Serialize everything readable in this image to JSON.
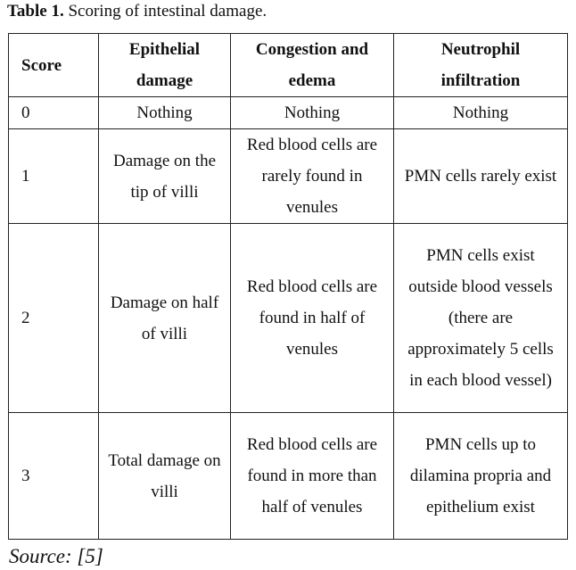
{
  "caption": {
    "label": "Table 1.",
    "text": "Scoring of intestinal damage."
  },
  "table": {
    "headers": [
      "Score",
      "Epithelial damage",
      "Congestion and edema",
      "Neutrophil infiltration"
    ],
    "rows": [
      {
        "score": "0",
        "epithelial": "Nothing",
        "congestion": "Nothing",
        "neutrophil": "Nothing"
      },
      {
        "score": "1",
        "epithelial": "Damage on the tip of villi",
        "congestion": "Red blood cells are rarely found in venules",
        "neutrophil": "PMN cells rarely exist"
      },
      {
        "score": "2",
        "epithelial": "Damage on half of villi",
        "congestion": "Red blood cells are found in half of venules",
        "neutrophil": "PMN cells exist outside blood vessels (there are approximately 5 cells in each blood vessel)"
      },
      {
        "score": "3",
        "epithelial": "Total damage on villi",
        "congestion": "Red blood cells are found in more than half of venules",
        "neutrophil": "PMN cells up to dilamina propria and epithelium exist"
      }
    ]
  },
  "source": "Source: [5]"
}
